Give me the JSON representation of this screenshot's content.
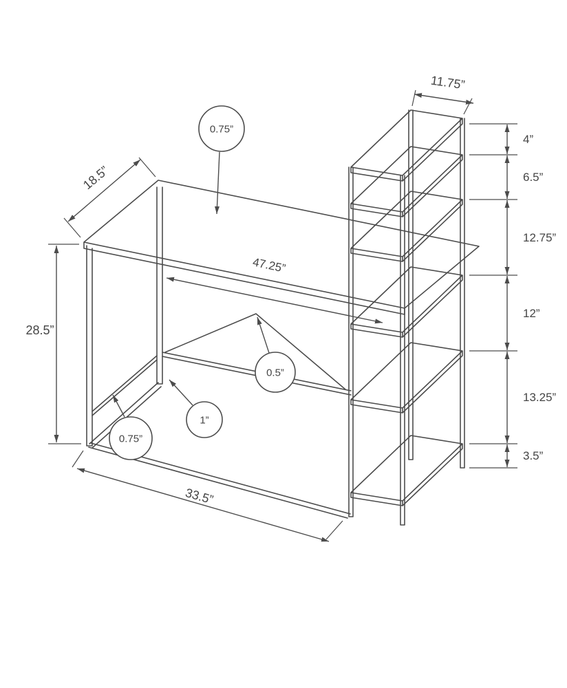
{
  "diagram": {
    "kind": "furniture-dimension-diagram",
    "subject": "computer desk with attached 5-tier shelf tower",
    "line_color": "#4c4c4c",
    "background": "#ffffff",
    "labels": {
      "desk_top_thickness": "0.75”",
      "desk_depth": "18.5”",
      "desk_length": "47.25”",
      "desk_height": "28.5”",
      "base_length": "33.5”",
      "brace_thickness": "0.5”",
      "leg_width": "1”",
      "stretcher_thickness": "0.75”",
      "shelf_width": "11.75”",
      "gap_top": "4”",
      "gap_1": "6.5”",
      "gap_2": "12.75”",
      "gap_3": "12”",
      "gap_4": "13.25”",
      "gap_bottom": "3.5”"
    }
  }
}
